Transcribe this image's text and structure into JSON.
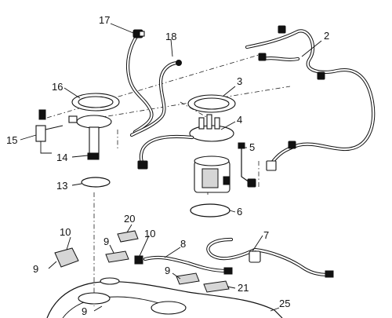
{
  "diagram": {
    "callouts": [
      {
        "id": "c2",
        "text": "2"
      },
      {
        "id": "c3",
        "text": "3"
      },
      {
        "id": "c4",
        "text": "4"
      },
      {
        "id": "c5",
        "text": "5"
      },
      {
        "id": "c6",
        "text": "6"
      },
      {
        "id": "c7",
        "text": "7"
      },
      {
        "id": "c8",
        "text": "8"
      },
      {
        "id": "c9a",
        "text": "9"
      },
      {
        "id": "c9b",
        "text": "9"
      },
      {
        "id": "c9c",
        "text": "9"
      },
      {
        "id": "c9d",
        "text": "9"
      },
      {
        "id": "c10a",
        "text": "10"
      },
      {
        "id": "c10b",
        "text": "10"
      },
      {
        "id": "c13",
        "text": "13"
      },
      {
        "id": "c14",
        "text": "14"
      },
      {
        "id": "c15",
        "text": "15"
      },
      {
        "id": "c16",
        "text": "16"
      },
      {
        "id": "c17",
        "text": "17"
      },
      {
        "id": "c18",
        "text": "18"
      },
      {
        "id": "c20",
        "text": "20"
      },
      {
        "id": "c21",
        "text": "21"
      },
      {
        "id": "c25",
        "text": "25"
      }
    ]
  }
}
